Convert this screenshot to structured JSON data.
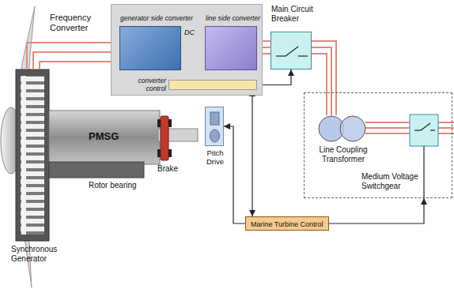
{
  "diagram": {
    "nodes": [
      {
        "text": [
          "Frequency Converter"
        ]
      },
      {
        "text": [
          "generator side converter"
        ],
        "in": 0
      },
      {
        "text": [
          "line side converter"
        ],
        "in": 0
      },
      {
        "text": [
          "converter control"
        ],
        "in": 0
      },
      {
        "text": [
          "Main Circuit Breaker"
        ]
      },
      {
        "text": [
          "Medium Voltage Switchgear"
        ]
      },
      {
        "text": [
          "Line Coupling Transformer"
        ],
        "in": 5
      },
      {
        "text": [
          "Pitch Drive"
        ]
      },
      {
        "text": [
          "Marine Turbine Control"
        ]
      }
    ],
    "edges": [
      {
        "from": 3,
        "to": 1,
        "arrow": "to"
      },
      {
        "from": 3,
        "to": 2,
        "arrow": "to"
      },
      {
        "from": 3,
        "to": 4,
        "arrow": "to"
      },
      {
        "from": 8,
        "to": 3,
        "arrow": "both"
      },
      {
        "from": 8,
        "to": 7,
        "arrow": "to"
      },
      {
        "from": 8,
        "to": 5,
        "arrow": "to"
      },
      {
        "from": 1,
        "to": 2,
        "arrow": "none"
      },
      {
        "from": 2,
        "to": 4,
        "arrow": "none"
      },
      {
        "from": 4,
        "to": 6,
        "arrow": "none"
      }
    ],
    "labels": [
      "DC",
      "PMSG",
      "Brake",
      "Rotor bearing",
      "Synchronous Generator"
    ]
  }
}
